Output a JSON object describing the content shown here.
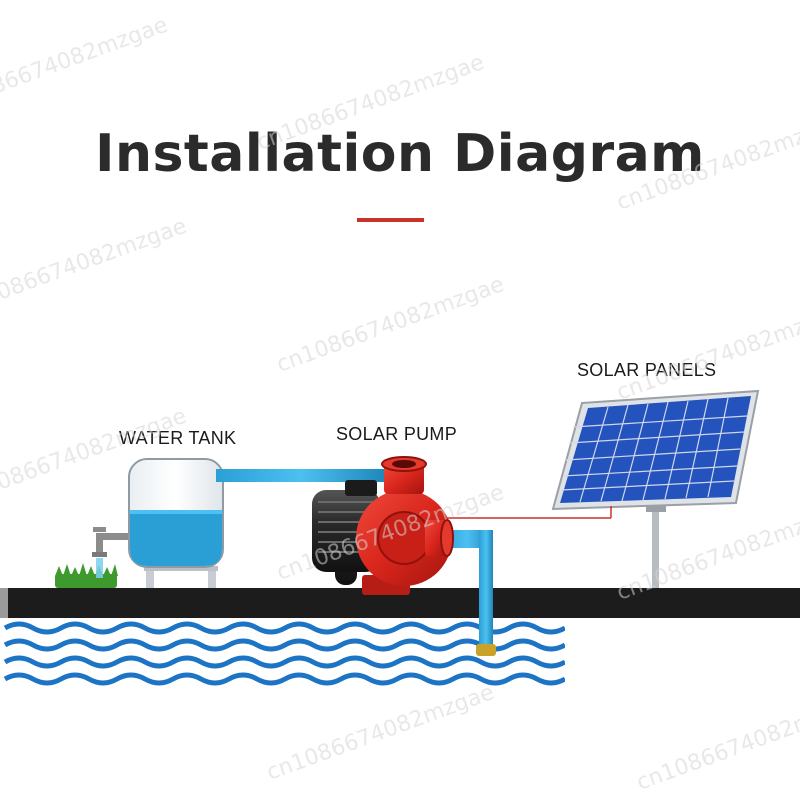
{
  "title": "Installation Diagram",
  "labels": {
    "water_tank": "WATER TANK",
    "solar_pump": "SOLAR PUMP",
    "solar_panels": "SOLAR PANELS"
  },
  "watermark": "cn1086674082mzgae",
  "colors": {
    "title": "#2b2b2b",
    "accent": "#c93228",
    "water": "#2a9fd6",
    "ground": "#1c1c1c",
    "panel": "#1f4fb5",
    "pump": "#d9261c",
    "wave": "#1d74c4"
  }
}
